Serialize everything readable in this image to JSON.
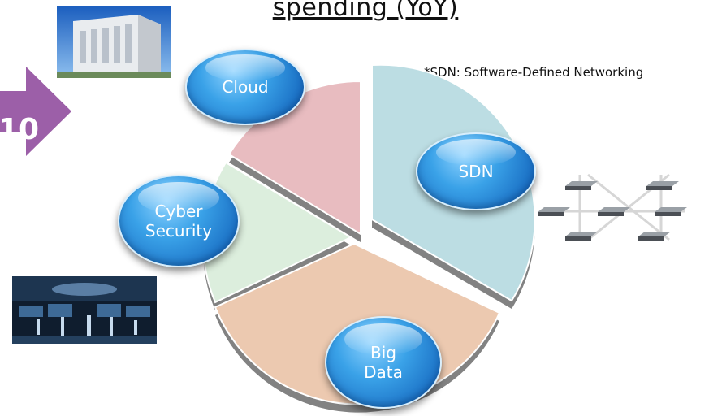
{
  "title": "spending (YoY)",
  "footnote": "*SDN: Software-Defined Networking",
  "arrow_label": "10",
  "segments": [
    {
      "label": "Cloud",
      "color": "#e8bcc0"
    },
    {
      "label": "SDN",
      "color": "#bcdde3"
    },
    {
      "label": "Big\nData",
      "color": "#ecc9b0"
    },
    {
      "label": "Cyber\nSecurity",
      "color": "#dceedd"
    }
  ],
  "icons": {
    "arrow": "purple-arrow-icon",
    "datacenter": "datacenter-building-photo",
    "security": "security-operations-photo",
    "network": "network-switches-icon"
  },
  "colors": {
    "arrow": "#9c5fa8",
    "bubble": "#2d8ad8"
  }
}
